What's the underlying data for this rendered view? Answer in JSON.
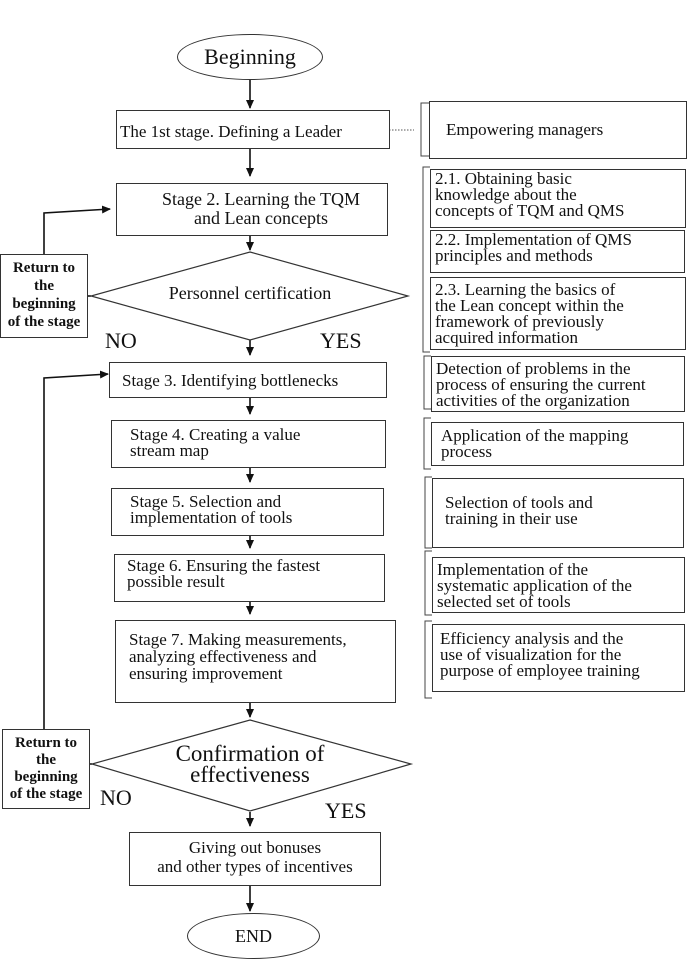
{
  "begin": "Beginning",
  "end": "END",
  "stages": {
    "s1": "The 1st stage. Defining a Leader",
    "s2": "Stage 2. Learning the TQM\nand Lean concepts",
    "s3": "Stage 3. Identifying bottlenecks",
    "s4": "Stage 4. Creating a value\nstream map",
    "s5": "Stage 5. Selection and\nimplementation of tools",
    "s6": "Stage 6. Ensuring the fastest\npossible result",
    "s7": "Stage 7. Making measurements,\nanalyzing effectiveness and\nensuring improvement",
    "bonus": "Giving out bonuses\nand other types of incentives"
  },
  "decisions": {
    "d1": "Personnel certification",
    "d2": "Confirmation of\neffectiveness"
  },
  "labels": {
    "no1": "NO",
    "yes1": "YES",
    "no2": "NO",
    "yes2": "YES"
  },
  "returns": {
    "r1": "Return to\nthe\nbeginning\nof the stage",
    "r2": "Return to\nthe\nbeginning\nof the stage"
  },
  "side": {
    "sb1": "Empowering managers",
    "sb21": "2.1. Obtaining basic\nknowledge about the\nconcepts of TQM and QMS",
    "sb22": "2.2. Implementation of QMS\nprinciples and methods",
    "sb23": "2.3. Learning the basics of\nthe Lean concept within the\nframework of previously\nacquired information",
    "sb3": "Detection of problems in the\nprocess of ensuring the current\nactivities of the organization",
    "sb4": "Application of the mapping\nprocess",
    "sb5": "Selection of tools and\ntraining in their use",
    "sb6": "Implementation of the\nsystematic application of the\nselected set of tools",
    "sb7": "Efficiency analysis and the\nuse of visualization for the\npurpose of employee training"
  }
}
